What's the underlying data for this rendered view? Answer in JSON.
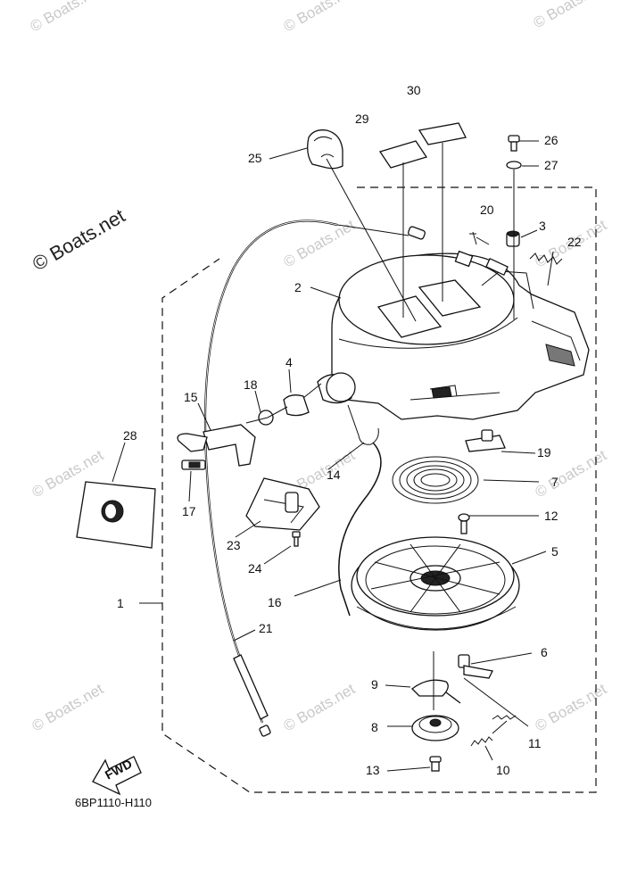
{
  "diagram": {
    "diagram_code": "6BP1110-H110",
    "fwd_label": "FWD",
    "watermark_main": "© Boats.net",
    "watermark_repeat": "© Boats.net",
    "callouts": [
      "1",
      "2",
      "3",
      "4",
      "5",
      "6",
      "7",
      "8",
      "9",
      "10",
      "11",
      "12",
      "13",
      "14",
      "15",
      "16",
      "17",
      "18",
      "19",
      "20",
      "21",
      "22",
      "23",
      "24",
      "25",
      "26",
      "27",
      "28",
      "29",
      "30"
    ]
  }
}
